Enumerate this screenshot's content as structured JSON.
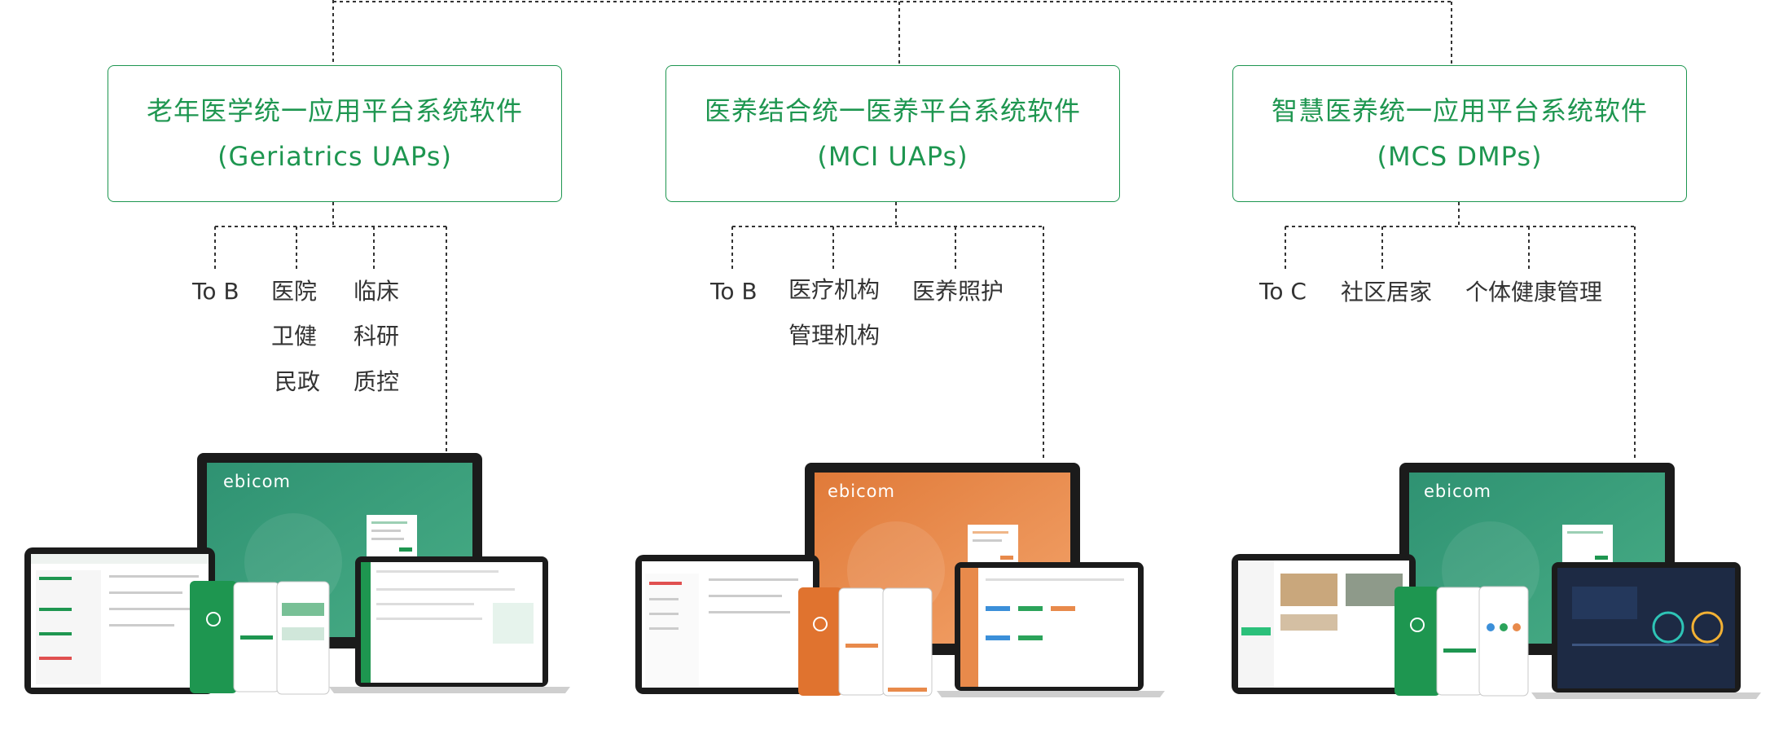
{
  "platforms": [
    {
      "title": "老年医学统一应用平台系统软件",
      "subtitle": "(Geriatrics UAPs)",
      "tags": [
        "To B",
        "医院",
        "临床",
        "卫健",
        "科研",
        "民政",
        "质控"
      ]
    },
    {
      "title": "医养结合统一医养平台系统软件",
      "subtitle": "(MCI UAPs)",
      "tags": [
        "To B",
        "医疗机构",
        "医养照护",
        "管理机构"
      ]
    },
    {
      "title": "智慧医养统一应用平台系统软件",
      "subtitle": "(MCS DMPs)",
      "tags": [
        "To C",
        "社区居家",
        "个体健康管理"
      ]
    }
  ],
  "brand": {
    "logo_text": "ebicom"
  },
  "colors": {
    "brand_green": "#1e9650",
    "screen_green": "#3a9d79",
    "screen_orange": "#e88a4b",
    "dark_dashboard": "#1d2a44"
  }
}
